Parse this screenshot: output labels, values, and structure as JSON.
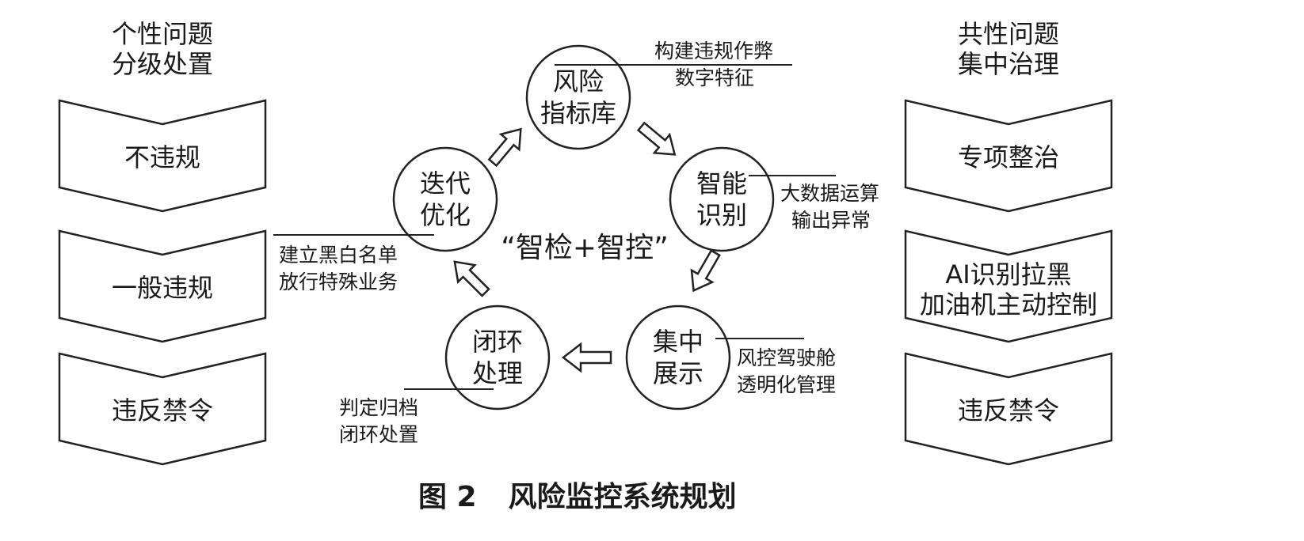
{
  "left_column": {
    "title_lines": [
      "个性问题",
      "分级处置"
    ],
    "levels": [
      "不违规",
      "一般违规",
      "违反禁令"
    ]
  },
  "right_column": {
    "title_lines": [
      "共性问题",
      "集中治理"
    ],
    "levels": [
      {
        "lines": [
          "专项整治"
        ]
      },
      {
        "lines": [
          "AI识别拉黑",
          "加油机主动控制"
        ]
      },
      {
        "lines": [
          "违反禁令"
        ]
      }
    ]
  },
  "cycle": {
    "center_label": "“智检+智控”",
    "nodes": [
      {
        "id": "risk-index-library",
        "lines": [
          "风险",
          "指标库"
        ],
        "note_lines": [
          "构建违规作弊",
          "数字特征"
        ]
      },
      {
        "id": "smart-identification",
        "lines": [
          "智能",
          "识别"
        ],
        "note_lines": [
          "大数据运算",
          "输出异常"
        ]
      },
      {
        "id": "centralized-display",
        "lines": [
          "集中",
          "展示"
        ],
        "note_lines": [
          "风控驾驶舱",
          "透明化管理"
        ]
      },
      {
        "id": "closed-loop-handling",
        "lines": [
          "闭环",
          "处理"
        ],
        "note_lines": [
          "判定归档",
          "闭环处置"
        ]
      },
      {
        "id": "iterative-optimization",
        "lines": [
          "迭代",
          "优化"
        ],
        "note_lines": [
          "建立黑白名单",
          "放行特殊业务"
        ]
      }
    ]
  },
  "caption": {
    "figure_number": "图 2",
    "title": "风险监控系统规划"
  }
}
